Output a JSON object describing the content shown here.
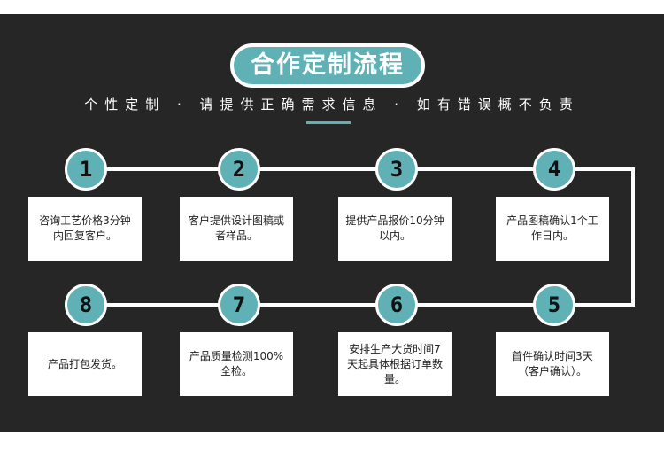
{
  "header": {
    "title": "合作定制流程",
    "subtitle": "个性定制 · 请提供正确需求信息 · 如有错误概不负责"
  },
  "colors": {
    "accent": "#5fb1b5",
    "background": "#262626",
    "box": "#ffffff"
  },
  "steps": [
    {
      "number": "1",
      "text": "咨询工艺价格3分钟内回复客户。"
    },
    {
      "number": "2",
      "text": "客户提供设计图稿或者样品。"
    },
    {
      "number": "3",
      "text": "提供产品报价10分钟以内。"
    },
    {
      "number": "4",
      "text": "产品图稿确认1个工作日内。"
    },
    {
      "number": "5",
      "text": "首件确认时间3天（客户确认）。"
    },
    {
      "number": "6",
      "text": "安排生产大货时间7天起具体根据订单数量。"
    },
    {
      "number": "7",
      "text": "产品质量检测100%全检。"
    },
    {
      "number": "8",
      "text": "产品打包发货。"
    }
  ]
}
